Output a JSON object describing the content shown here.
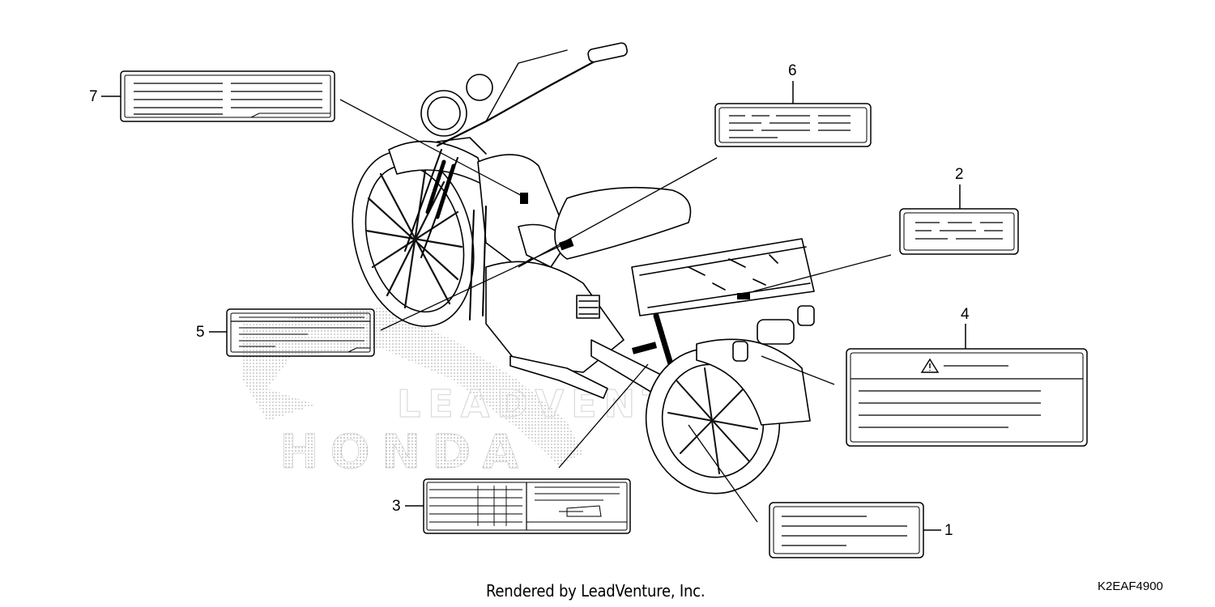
{
  "callouts": {
    "c1": "1",
    "c2": "2",
    "c3": "3",
    "c4": "4",
    "c5": "5",
    "c6": "6",
    "c7": "7"
  },
  "watermark": {
    "brand": "HONDA",
    "publisher": "LEADVENTURE"
  },
  "footer": {
    "credit": "Rendered by LeadVenture, Inc.",
    "code": "K2EAF4900"
  }
}
